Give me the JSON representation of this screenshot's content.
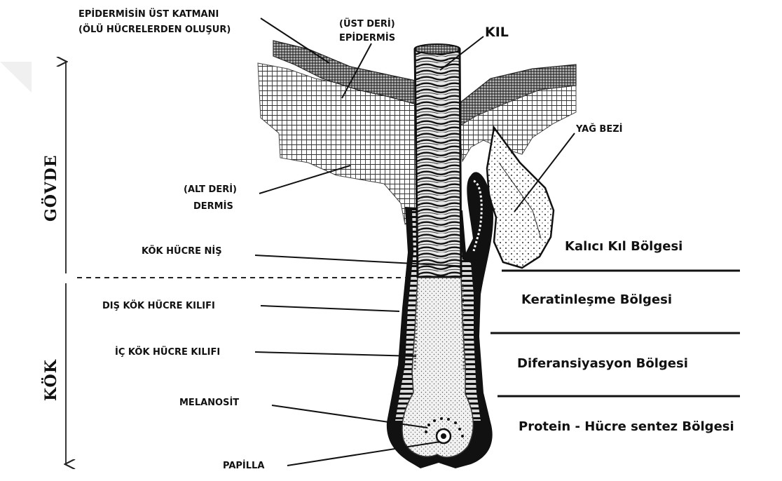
{
  "labels": {
    "epidermis_top_1": "EPİDERMİSİN ÜST KATMANI",
    "epidermis_top_2": "(ÖLÜ HÜCRELERDEN OLUŞUR)",
    "epidermis_1": "(ÜST DERİ)",
    "epidermis_2": "EPİDERMİS",
    "kil": "KIL",
    "yag_bezi": "YAĞ BEZİ",
    "dermis_1": "(ALT DERİ)",
    "dermis_2": "DERMİS",
    "kok_hucre_nis": "KÖK HÜCRE NİŞ",
    "dis_kok": "DIŞ KÖK HÜCRE KILIFI",
    "ic_kok": "İÇ KÖK HÜCRE KILIFI",
    "melanosit": "MELANOSİT",
    "papilla": "PAPİLLA"
  },
  "side_labels": {
    "govde": "GÖVDE",
    "kok": "KÖK"
  },
  "zones": {
    "kalici": "Kalıcı Kıl Bölgesi",
    "keratin": "Keratinleşme Bölgesi",
    "diferansiyasyon": "Diferansiyasyon Bölgesi",
    "protein": "Protein - Hücre sentez Bölgesi"
  }
}
